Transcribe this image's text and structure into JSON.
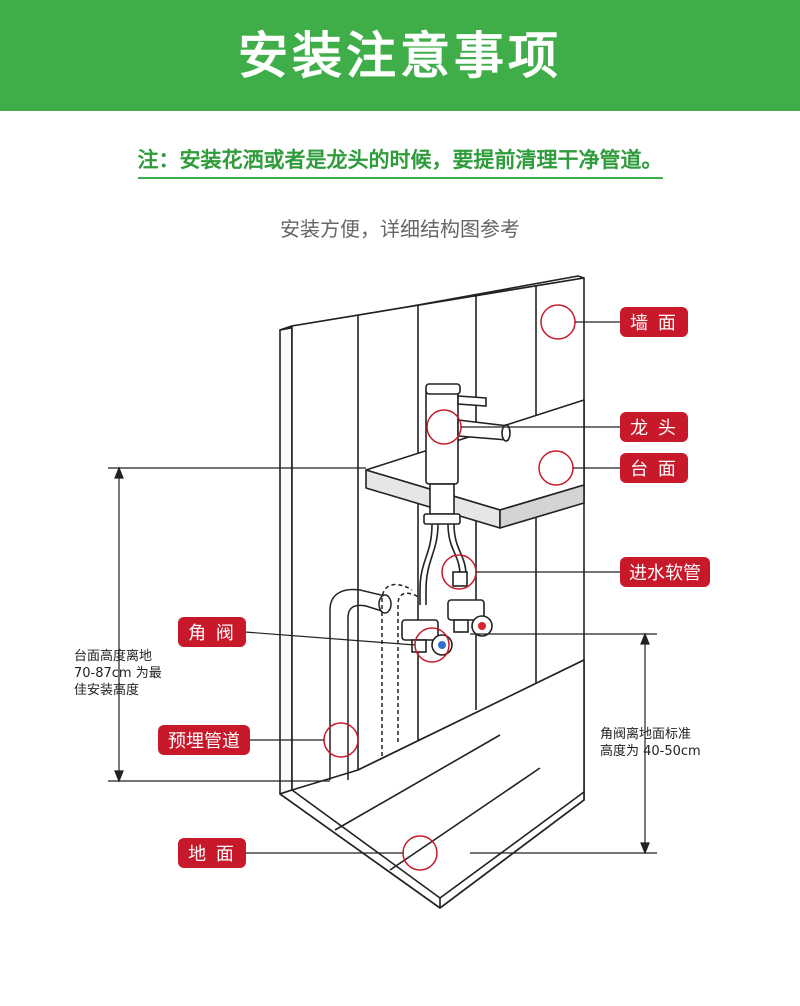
{
  "header": {
    "title": "安装注意事项"
  },
  "note": "注：安装花洒或者是龙头的时候，要提前清理干净管道。",
  "subtitle": "安装方便，详细结构图参考",
  "labels": {
    "wall": "墙 面",
    "faucet": "龙 头",
    "countertop": "台 面",
    "inlet_hose": "进水软管",
    "angle_valve": "角 阀",
    "embedded_pipe": "预埋管道",
    "floor": "地 面"
  },
  "dimensions": {
    "counter_height_line1": "台面高度离地",
    "counter_height_line2": "70-87cm 为最",
    "counter_height_line3": "佳安装高度",
    "valve_height_line1": "角阀离地面标准",
    "valve_height_line2": "高度为 40-50cm"
  },
  "colors": {
    "banner_green": "#3fae49",
    "note_green": "#2f9c3c",
    "tag_red": "#c8192a",
    "hot_red": "#d8262f",
    "cold_blue": "#2f6fd0"
  }
}
